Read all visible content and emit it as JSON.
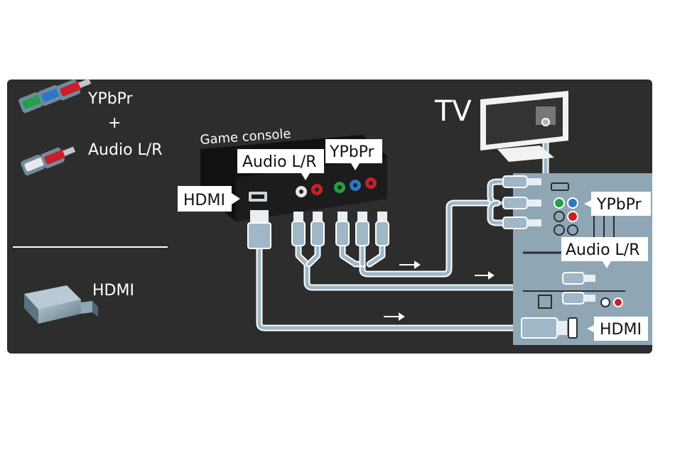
{
  "legend": {
    "component_top": "YPbPr",
    "plus": "+",
    "component_bottom": "Audio L/R",
    "hdmi": "HDMI"
  },
  "console": {
    "title": "Game console",
    "hdmi_label": "HDMI",
    "audio_label": "Audio L/R",
    "ypbpr_label": "YPbPr"
  },
  "tv": {
    "title": "TV",
    "ypbpr_label": "YPbPr",
    "audio_label": "Audio L/R",
    "hdmi_label": "HDMI"
  },
  "colors": {
    "background": "#2d2d2d",
    "tv_panel": "#8fa6b5",
    "cable": "#9fb7c6",
    "port_red": "#c8202a",
    "port_green": "#22a04a",
    "port_blue": "#2a78c8",
    "label_bg": "#ffffff"
  }
}
